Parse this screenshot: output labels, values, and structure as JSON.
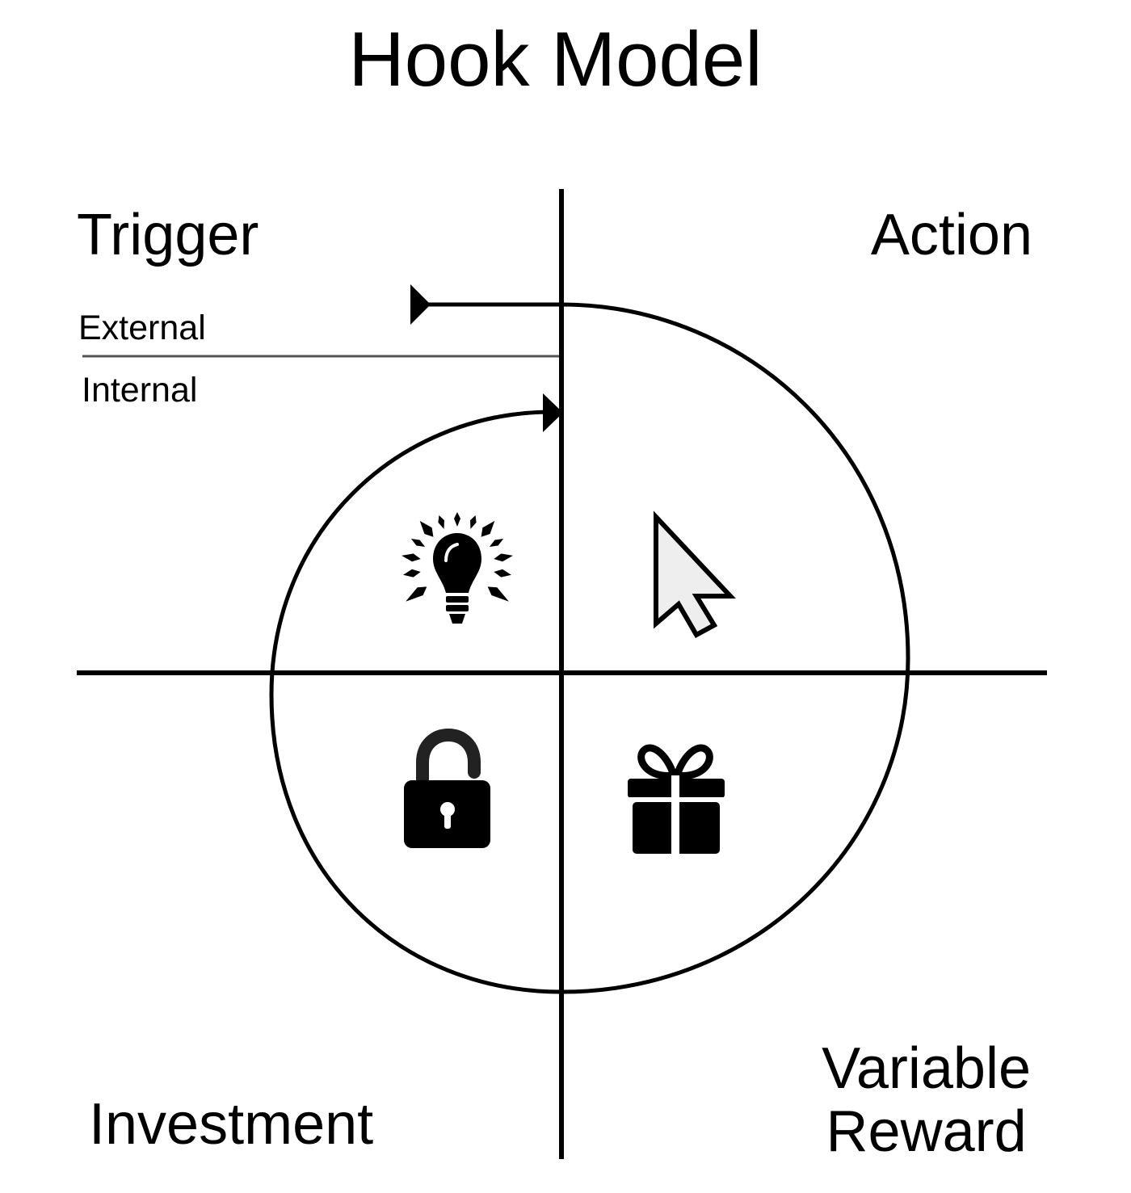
{
  "title": "Hook Model",
  "quadrants": {
    "trigger": "Trigger",
    "action": "Action",
    "variable_reward_line1": "Variable",
    "variable_reward_line2": "Reward",
    "investment": "Investment"
  },
  "trigger_types": {
    "external": "External",
    "internal": "Internal"
  },
  "icons": {
    "trigger": "lightbulb-icon",
    "action": "mouse-cursor-icon",
    "reward": "gift-icon",
    "investment": "unlocked-padlock-icon"
  },
  "colors": {
    "ink": "#000000",
    "divider": "#555555",
    "background": "#ffffff"
  }
}
